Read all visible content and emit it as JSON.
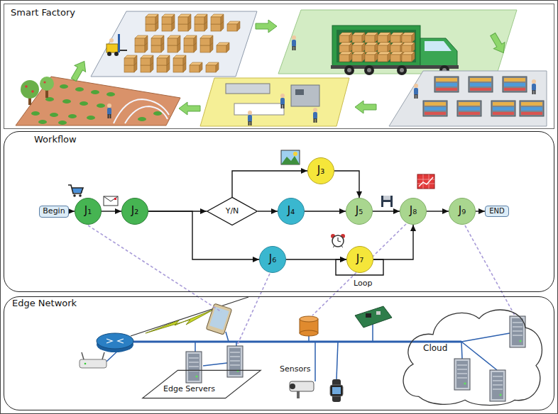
{
  "diagram": {
    "nodes": [
      {
        "text": [
          "Smart Factory"
        ]
      },
      {
        "text": [
          "Workflow"
        ]
      },
      {
        "text": [
          "Begin"
        ],
        "in": 1
      },
      {
        "text": [
          "J₁"
        ],
        "in": 1
      },
      {
        "text": [
          "J₂"
        ],
        "in": 1
      },
      {
        "text": [
          "Y/N"
        ],
        "in": 1
      },
      {
        "text": [
          "J₃"
        ],
        "in": 1
      },
      {
        "text": [
          "J₄"
        ],
        "in": 1
      },
      {
        "text": [
          "J₅"
        ],
        "in": 1
      },
      {
        "text": [
          "J₆"
        ],
        "in": 1
      },
      {
        "text": [
          "J₇"
        ],
        "in": 1
      },
      {
        "text": [
          "J₈"
        ],
        "in": 1
      },
      {
        "text": [
          "J₉"
        ],
        "in": 1
      },
      {
        "text": [
          "END"
        ],
        "in": 1
      },
      {
        "text": [
          "Edge Network"
        ]
      },
      {
        "text": [
          "Edge Servers"
        ],
        "in": 14
      },
      {
        "text": [
          "Cloud"
        ],
        "in": 14
      }
    ],
    "edges": [
      {
        "from": 2,
        "to": 3,
        "arrow": "to"
      },
      {
        "from": 3,
        "to": 4,
        "arrow": "to"
      },
      {
        "from": 4,
        "to": 5,
        "arrow": "to"
      },
      {
        "from": 5,
        "to": 6,
        "arrow": "to"
      },
      {
        "from": 5,
        "to": 7,
        "arrow": "to"
      },
      {
        "from": 6,
        "to": 8,
        "arrow": "to"
      },
      {
        "from": 7,
        "to": 8,
        "arrow": "to"
      },
      {
        "from": 8,
        "to": 11,
        "arrow": "to"
      },
      {
        "from": 4,
        "to": 9,
        "arrow": "to"
      },
      {
        "from": 9,
        "to": 10,
        "arrow": "to"
      },
      {
        "from": 10,
        "to": 10,
        "arrow": "to"
      },
      {
        "from": 10,
        "to": 11,
        "arrow": "to"
      },
      {
        "from": 11,
        "to": 12,
        "arrow": "to"
      },
      {
        "from": 12,
        "to": 13,
        "arrow": "to"
      }
    ],
    "labels": [
      "Loop",
      "Sensors"
    ]
  }
}
